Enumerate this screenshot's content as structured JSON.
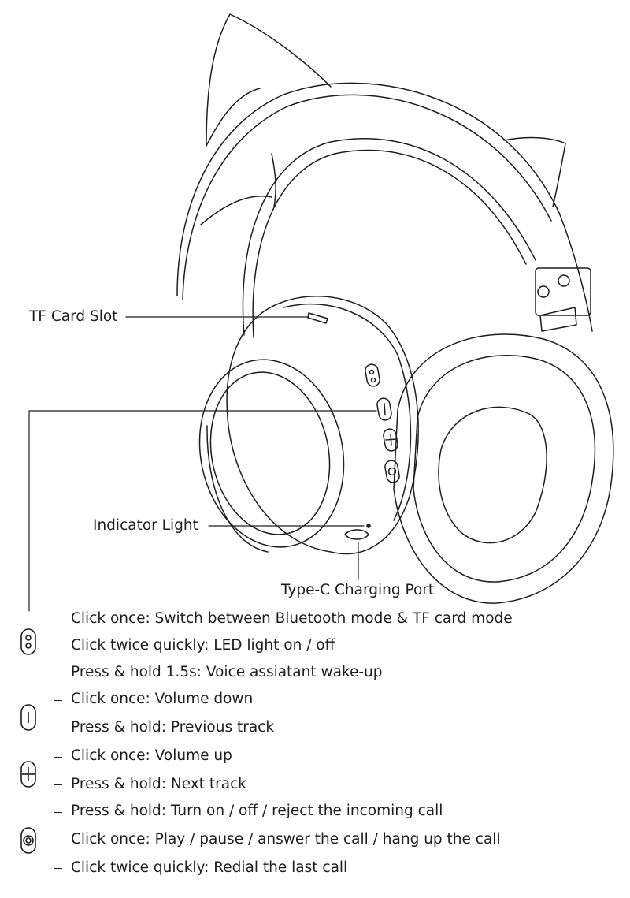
{
  "callouts": {
    "tf_card_slot": "TF Card Slot",
    "indicator_light": "Indicator Light",
    "type_c_port": "Type-C Charging Port"
  },
  "legend": {
    "mode_button": {
      "icon": "mode-button-icon",
      "lines": [
        "Click once: Switch between Bluetooth mode & TF card mode",
        "Click twice quickly: LED light on / off",
        "Press & hold 1.5s: Voice assiatant wake-up"
      ]
    },
    "minus_button": {
      "icon": "minus-button-icon",
      "lines": [
        "Click once: Volume down",
        "Press & hold: Previous track"
      ]
    },
    "plus_button": {
      "icon": "plus-button-icon",
      "lines": [
        "Click once: Volume up",
        "Press & hold: Next track"
      ]
    },
    "power_button": {
      "icon": "power-button-icon",
      "lines": [
        "Press & hold: Turn on / off / reject the incoming call",
        "Click once: Play / pause / answer the call / hang up the call",
        "Click twice quickly: Redial the last call"
      ]
    }
  }
}
